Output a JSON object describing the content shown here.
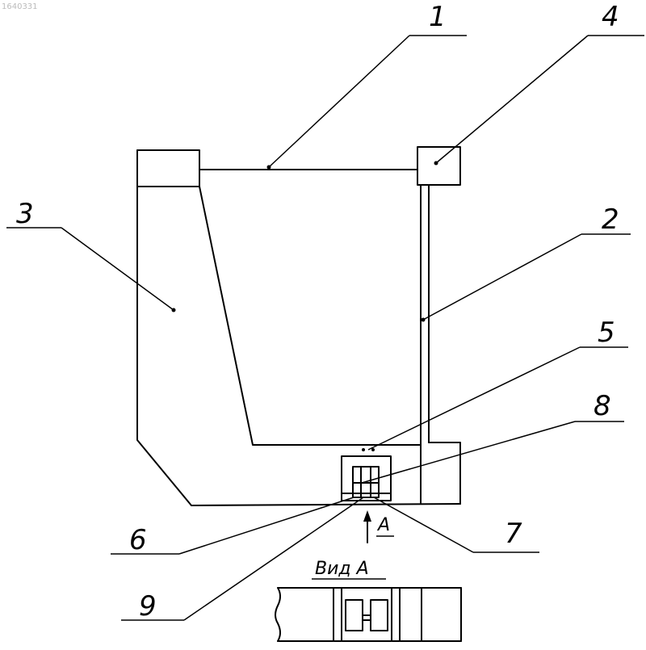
{
  "watermark": "1640331",
  "labels": {
    "n1": "1",
    "n2": "2",
    "n3": "3",
    "n4": "4",
    "n5": "5",
    "n6": "6",
    "n7": "7",
    "n8": "8",
    "n9": "9"
  },
  "arrow_label": "A",
  "view_label": "Вид А"
}
